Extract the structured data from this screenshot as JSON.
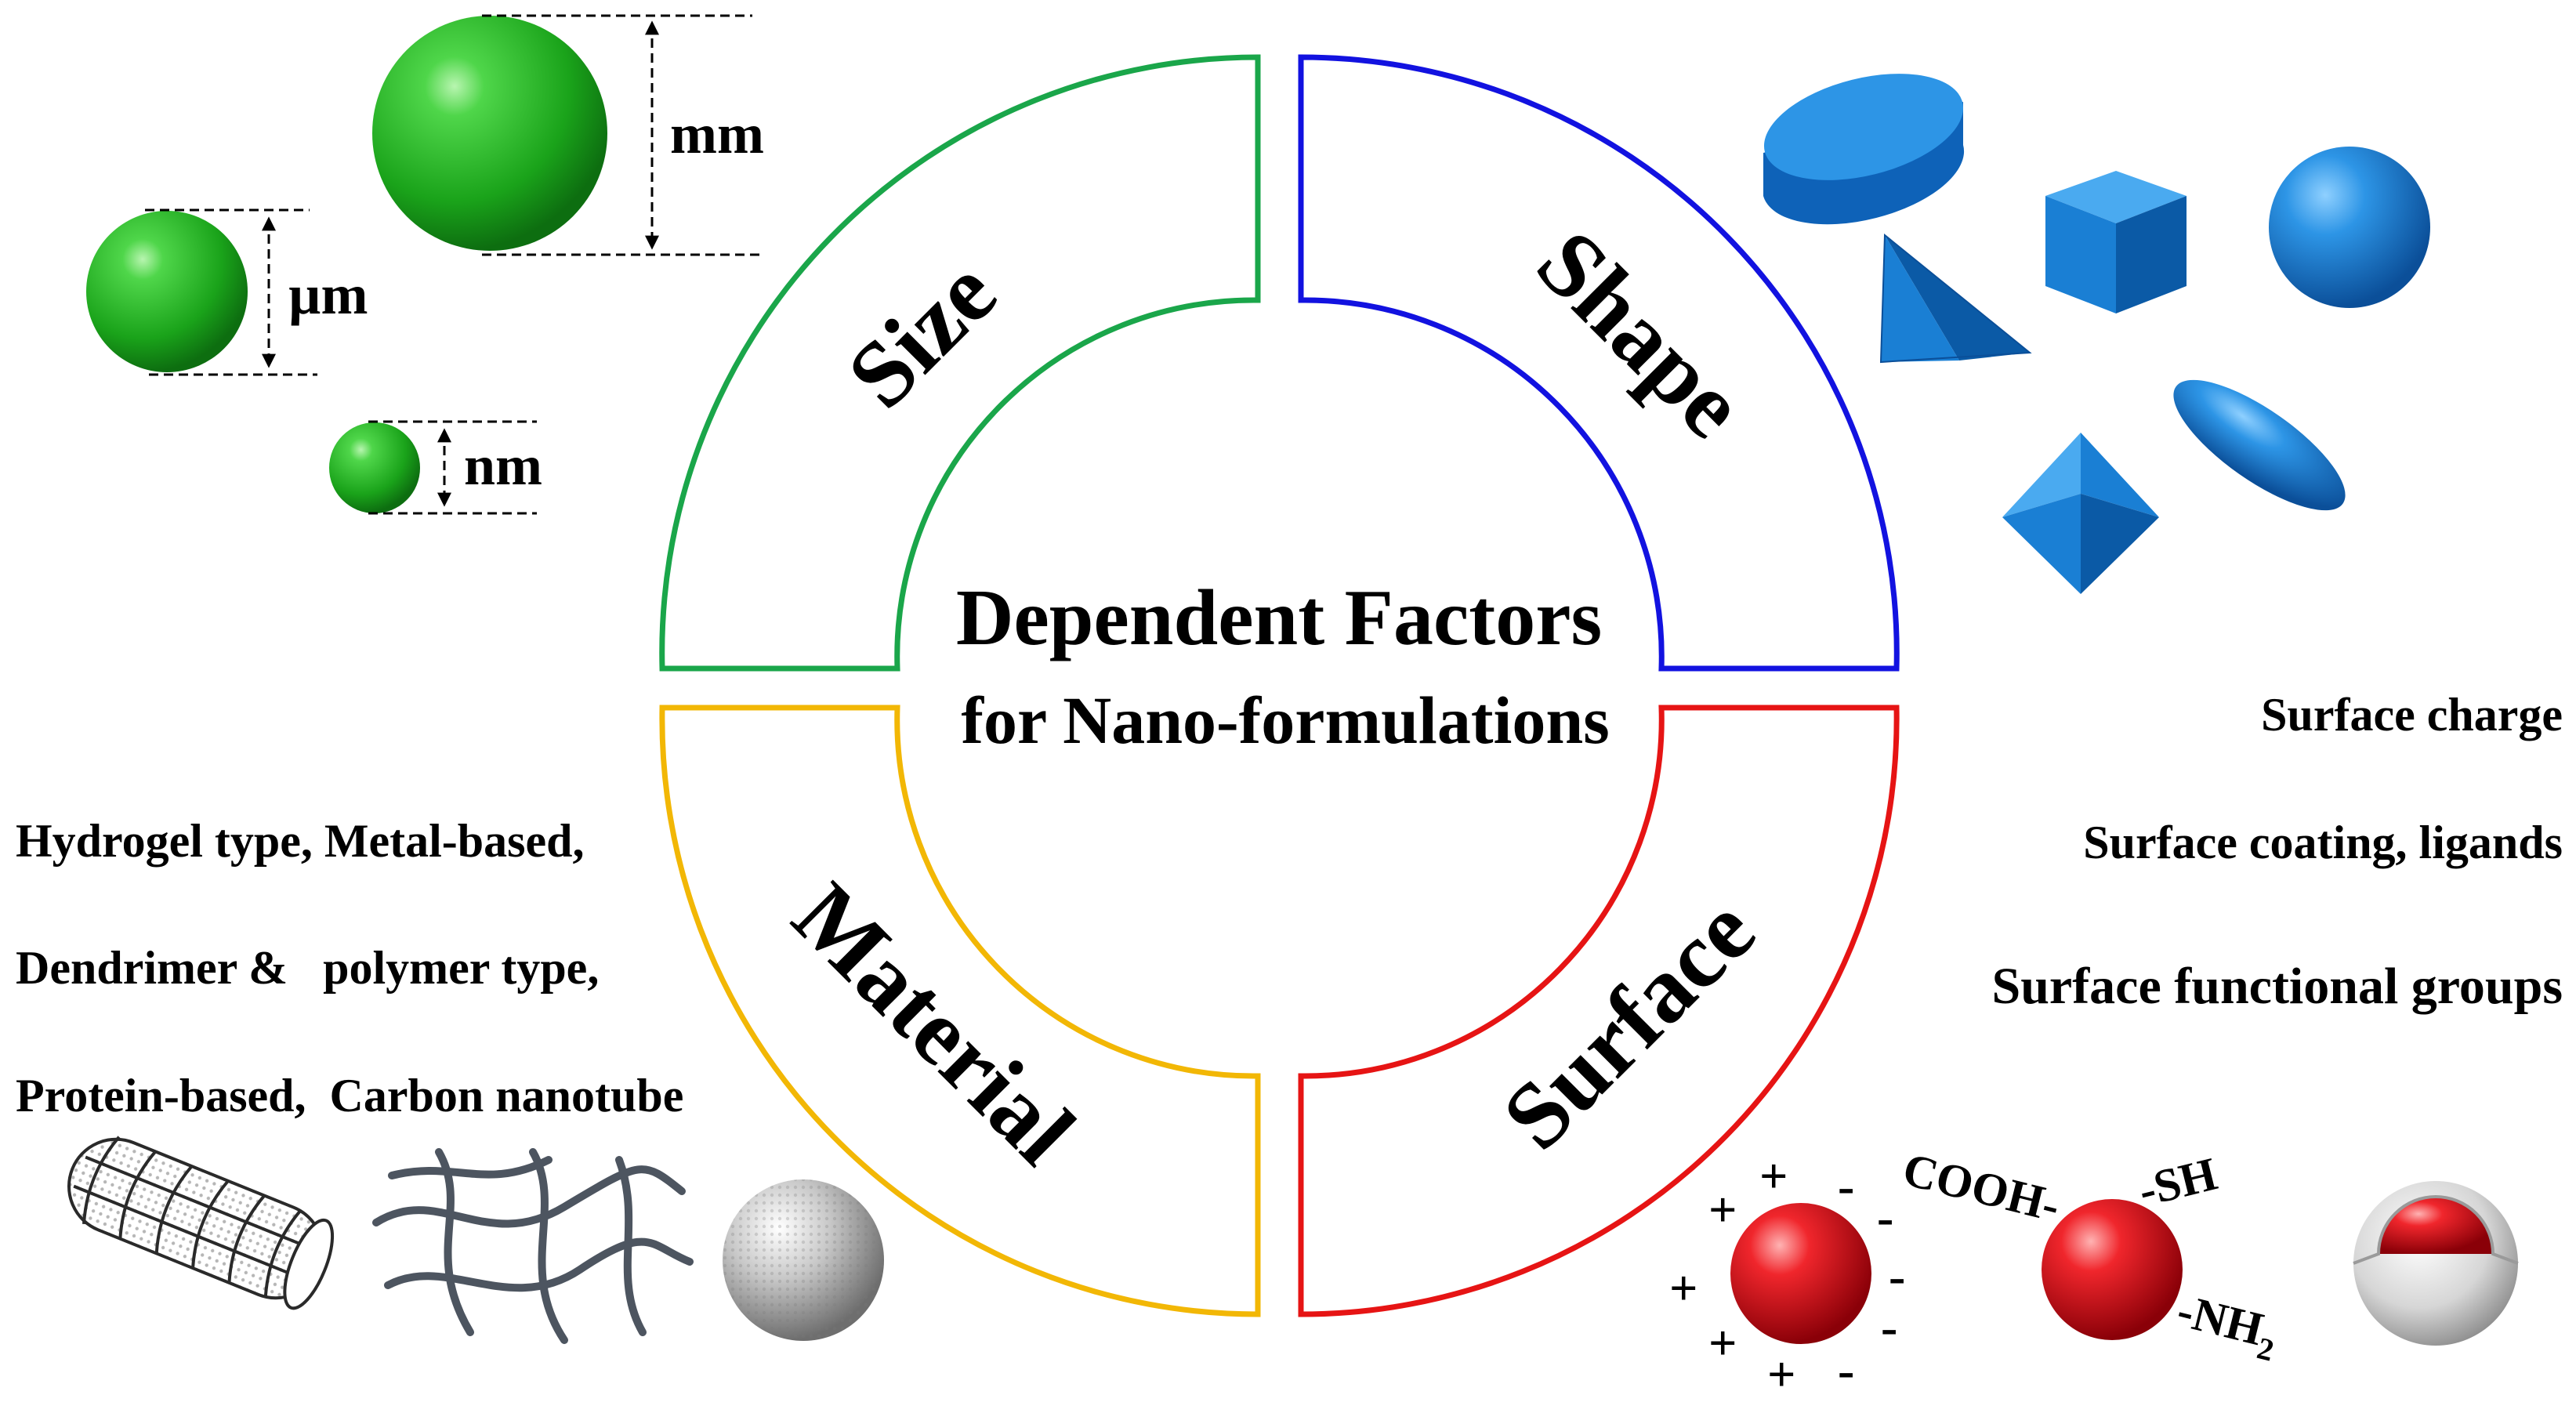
{
  "center": {
    "title": "Dependent Factors",
    "subtitle": "for Nano-formulations"
  },
  "quadrants": {
    "size": {
      "label": "Size",
      "color": "#1aa64a"
    },
    "shape": {
      "label": "Shape",
      "color": "#1212e0"
    },
    "material": {
      "label": "Material",
      "color": "#f2b705"
    },
    "surface": {
      "label": "Surface",
      "color": "#e61414"
    }
  },
  "size_panel": {
    "mm_label": "mm",
    "um_label": "µm",
    "nm_label": "nm",
    "sphere_color": "#22b022"
  },
  "shape_panel": {
    "shape_color": "#1a7fd4",
    "shapes": [
      "disc",
      "cube",
      "sphere",
      "pyramid",
      "ellipsoid",
      "octahedron"
    ]
  },
  "material_panel": {
    "lines": [
      "Hydrogel type, Metal-based,",
      "Dendrimer &   polymer type,",
      "Protein-based,  Carbon nanotube"
    ],
    "items": [
      "carbon-nanotube",
      "polymer-network",
      "metal-sphere"
    ]
  },
  "surface_panel": {
    "lines": [
      "Surface charge",
      "Surface coating, ligands",
      "Surface functional groups"
    ],
    "cooh_label": "COOH-",
    "sh_label": "-SH",
    "nh_label": "-NH",
    "nh_sub": "2",
    "plus_sign": "+",
    "minus_sign": "-",
    "particle_color": "#e0141e"
  }
}
